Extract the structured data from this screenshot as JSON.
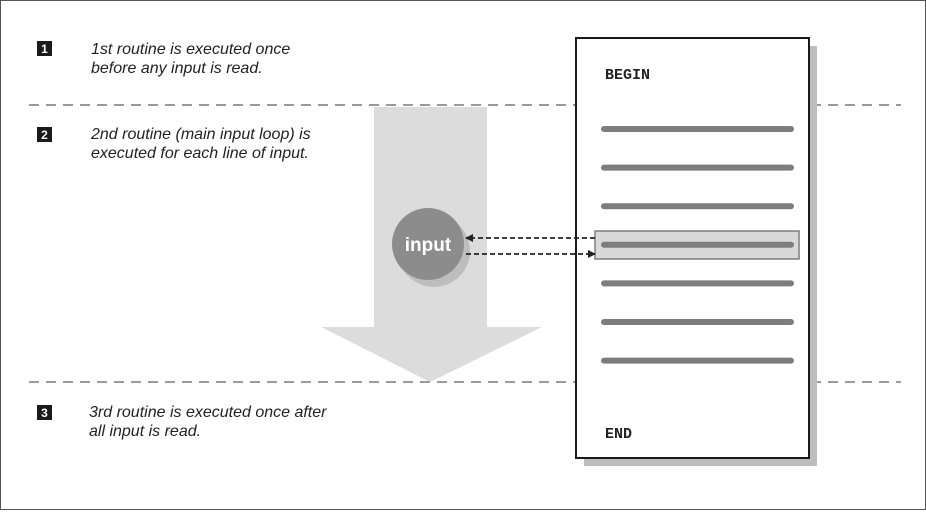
{
  "steps": [
    {
      "number": "1",
      "lines": [
        "1st routine is executed once",
        "before any input is read."
      ]
    },
    {
      "number": "2",
      "lines": [
        "2nd routine (main input loop) is",
        "executed for each line of input."
      ]
    },
    {
      "number": "3",
      "lines": [
        "3rd routine is executed once after",
        "all input is read."
      ]
    }
  ],
  "program": {
    "begin_label": "BEGIN",
    "end_label": "END",
    "body_line_count": 7,
    "highlighted_line": 4
  },
  "input_label": "input",
  "colors": {
    "ink": "#222222",
    "badge": "#1a1a1a",
    "big_arrow": "#dcdcdc",
    "code_line": "#7d7d7d",
    "highlight_fill": "#d9d9d9",
    "circle": "#8c8c8c",
    "shadow": "#bdbdbd",
    "dashed": "#9a9a9a"
  }
}
